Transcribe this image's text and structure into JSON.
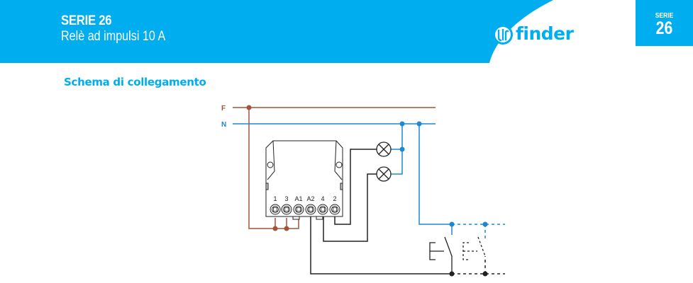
{
  "header": {
    "series_title": "SERIE 26",
    "series_subtitle": "Relè ad impulsi 10 A",
    "brand": "finder",
    "brand_icon": "finder-logo-icon",
    "badge": {
      "label": "SERIE",
      "number": "26"
    },
    "color": "#00aeef"
  },
  "section": {
    "title": "Schema di collegamento"
  },
  "diagram": {
    "lines": [
      {
        "label": "F",
        "color": "#a0553a"
      },
      {
        "label": "N",
        "color": "#1e88d0"
      }
    ],
    "terminals": [
      "1",
      "3",
      "A1",
      "A2",
      "4",
      "2"
    ],
    "lamp_icon": "lamp-icon",
    "switch_icon": "pushbutton-switch-icon",
    "wire_colors": {
      "phase": "#a0553a",
      "neutral": "#1e88d0",
      "load": "#222222"
    }
  }
}
